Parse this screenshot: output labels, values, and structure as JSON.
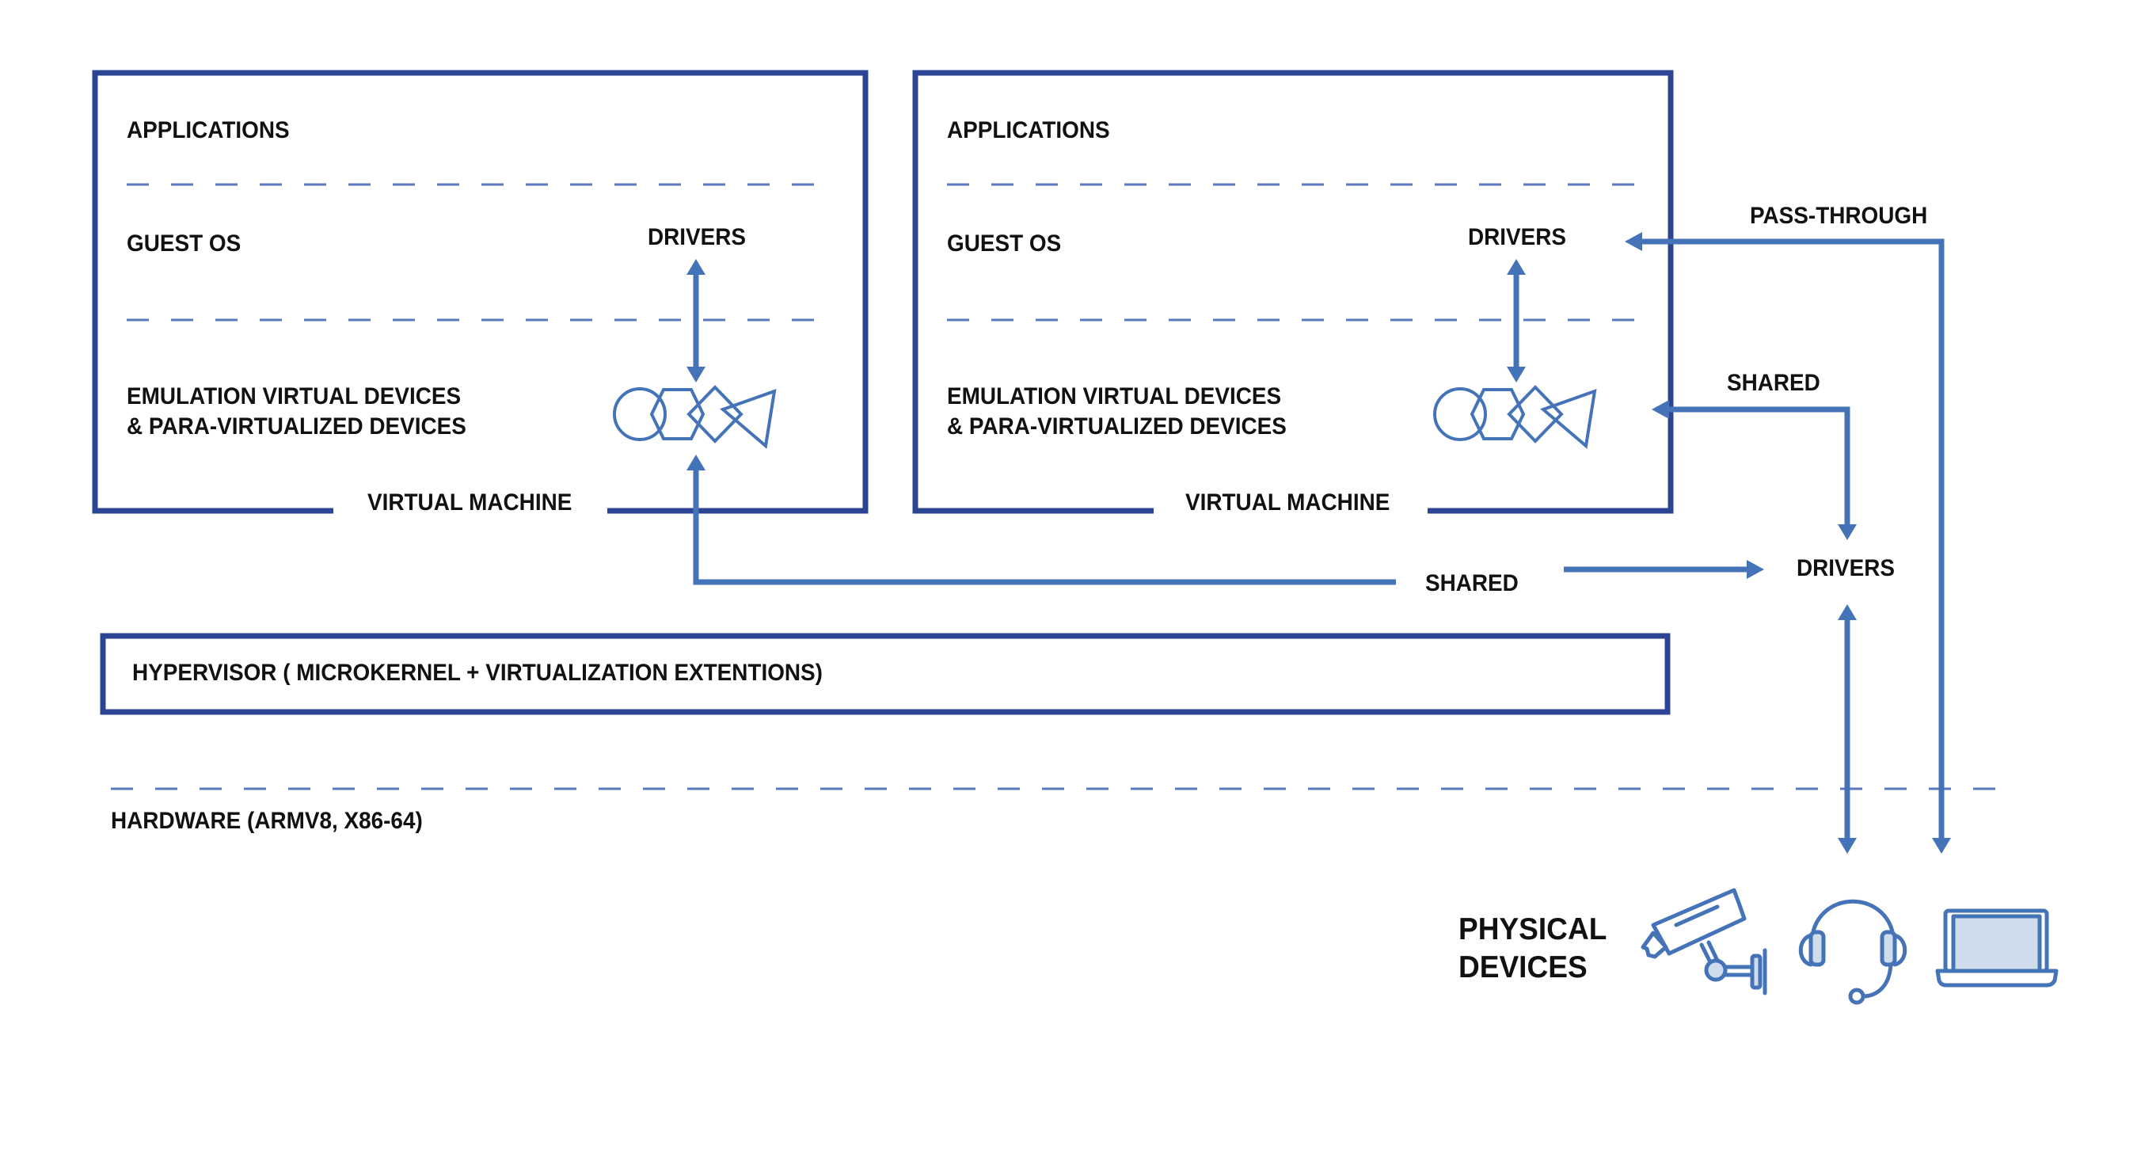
{
  "colors": {
    "box_border": "#2b4494",
    "arrow": "#4573b8",
    "dashed_separator": "#5b77bd",
    "device_fill": "#cfdcec",
    "text": "#111111"
  },
  "virtual_machines": [
    {
      "label": "VIRTUAL MACHINE",
      "layers": {
        "applications": "APPLICATIONS",
        "guest_os": "GUEST OS",
        "devices": "EMULATION VIRTUAL DEVICES\n& PARA-VIRTUALIZED DEVICES"
      },
      "drivers_label": "DRIVERS",
      "device_shapes": [
        "circle",
        "hexagon",
        "diamond",
        "triangle"
      ]
    },
    {
      "label": "VIRTUAL MACHINE",
      "layers": {
        "applications": "APPLICATIONS",
        "guest_os": "GUEST OS",
        "devices": "EMULATION VIRTUAL DEVICES\n& PARA-VIRTUALIZED DEVICES"
      },
      "drivers_label": "DRIVERS",
      "device_shapes": [
        "circle",
        "hexagon",
        "diamond",
        "triangle"
      ]
    }
  ],
  "connections": {
    "pass_through": "PASS-THROUGH",
    "shared_vm2": "SHARED",
    "shared_vm1": "SHARED",
    "host_drivers": "DRIVERS"
  },
  "hypervisor": {
    "label": "HYPERVISOR ( MICROKERNEL + VIRTUALIZATION EXTENTIONS)"
  },
  "hardware": {
    "label": "HARDWARE (ARMV8, X86-64)"
  },
  "physical_devices": {
    "label": "PHYSICAL\nDEVICES",
    "icons": [
      "security-camera",
      "headset",
      "laptop"
    ]
  }
}
